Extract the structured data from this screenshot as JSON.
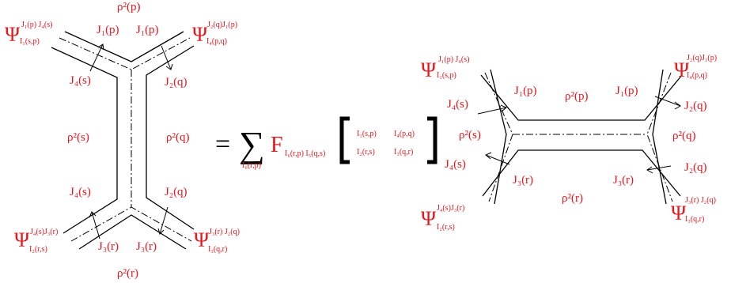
{
  "colors": {
    "label": "#e8151b",
    "line": "#000000"
  },
  "left_diagram": {
    "rho_top": "ρ²(p)",
    "rho_bottom": "ρ²(r)",
    "rho_left": "ρ²(s)",
    "rho_right": "ρ²(q)",
    "j_top_left": "J₁(p)",
    "j_top_right": "J₁(p)",
    "j_upper_left": "J₄(s)",
    "j_upper_right": "J₂(q)",
    "j_lower_left": "J₄(s)",
    "j_lower_right": "J₂(q)",
    "j_bottom_left": "J₃(r)",
    "j_bottom_right": "J₃(r)",
    "psi_tl": {
      "symbol": "Ψ",
      "sup": "J₁(p)  J₄(s)",
      "sub": "I₁(s,p)"
    },
    "psi_tr": {
      "symbol": "Ψ",
      "sup": "J₂(q)J₁(p)",
      "sub": "I₄(p,q)"
    },
    "psi_bl": {
      "symbol": "Ψ",
      "sup": "J₄(s)J₃(r)",
      "sub": "I₂(r,s)"
    },
    "psi_br": {
      "symbol": "Ψ",
      "sup": "J₃(r)  J₂(q)",
      "sub": "I₃(q,r)"
    }
  },
  "equation": {
    "equals": "=",
    "sum": "∑",
    "F": "F",
    "F_sub": "I₆(r,p) I₅(q,s)",
    "sum_sub": "I₆(r,p)",
    "matrix": [
      [
        "I₁(s,p)",
        "I₄(p,q)"
      ],
      [
        "I₂(r,s)",
        "I₃(q,r)"
      ]
    ]
  },
  "right_diagram": {
    "rho_top": "ρ²(p)",
    "rho_bottom": "ρ²(r)",
    "rho_left": "ρ²(s)",
    "rho_right": "ρ²(q)",
    "j_top_left": "J₁(p)",
    "j_top_right": "J₁(p)",
    "j_upper_left": "J₄(s)",
    "j_upper_right": "J₂(q)",
    "j_lower_left": "J₄(s)",
    "j_lower_right": "J₂(q)",
    "j_bottom_left": "J₃(r)",
    "j_bottom_right": "J₃(r)",
    "psi_tl": {
      "symbol": "Ψ",
      "sup": "J₁(p)  J₄(s)",
      "sub": "I₁(s,p)"
    },
    "psi_tr": {
      "symbol": "Ψ",
      "sup": "J₂(q)J₁(p)",
      "sub": "I₄(p,q)"
    },
    "psi_bl": {
      "symbol": "Ψ",
      "sup": "J₄(s)J₃(r)",
      "sub": "I₂(r,s)"
    },
    "psi_br": {
      "symbol": "Ψ",
      "sup": "J₃(r)  J₂(q)",
      "sub": "I₃(q,r)"
    }
  }
}
